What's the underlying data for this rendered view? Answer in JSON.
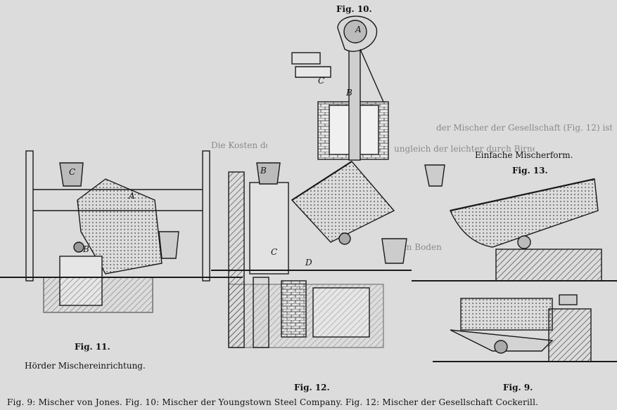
{
  "figures": {
    "fig10": {
      "number": "Fig. 10.",
      "subtitle": "Einfache Mischerform."
    },
    "fig13": {
      "number": "Fig. 13."
    },
    "fig11": {
      "number": "Fig. 11.",
      "subtitle": "Hörder Mischereinrichtung."
    },
    "fig12": {
      "number": "Fig. 12."
    },
    "fig9": {
      "number": "Fig. 9."
    }
  },
  "part_labels": [
    "A",
    "B",
    "C",
    "D"
  ],
  "body_text": {
    "line_a": "Die Kosten der Ausmauerung",
    "line_b": "der Mischer der Gesellschaft (Fig. 12) ist",
    "line_c": "ungleich der leichter durch Birnen",
    "line_d": "zum Boden"
  },
  "caption": "Fig. 9: Mischer von Jones.   Fig. 10: Mischer der Youngstown Steel Company.   Fig. 12: Mischer der Gesellschaft Cockerill.",
  "colors": {
    "paper": "#dcdcdc",
    "ink": "#1a1a1a",
    "faint_text": "#8a8a8a"
  }
}
